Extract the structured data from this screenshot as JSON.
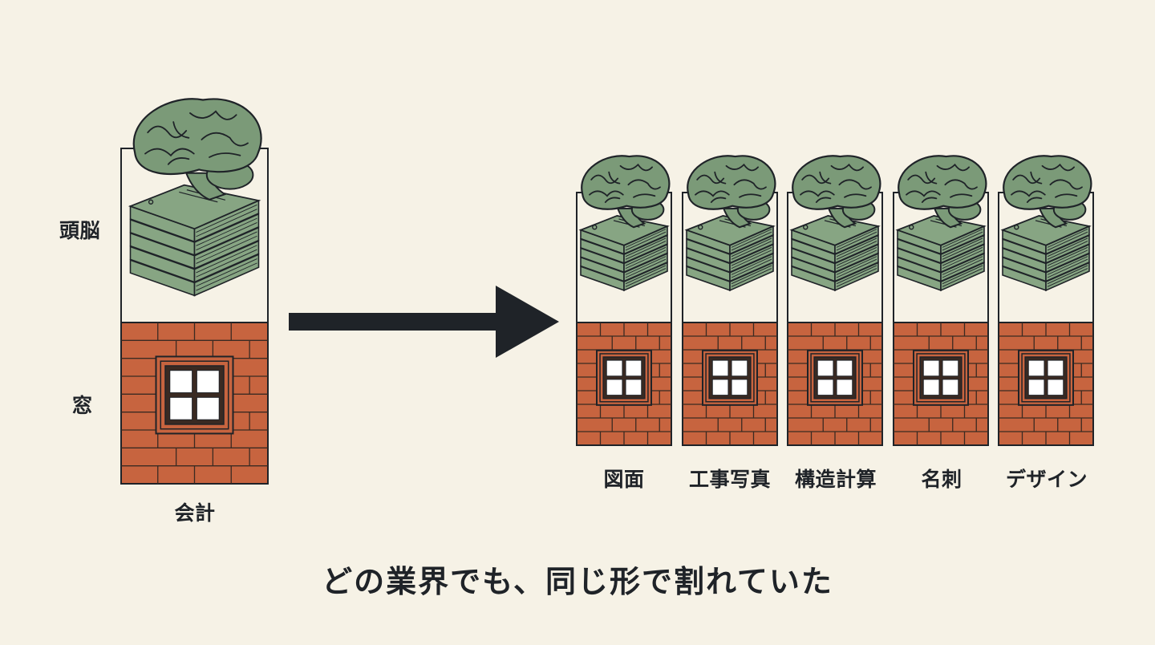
{
  "labels": {
    "brain": "頭脳",
    "window": "窓",
    "source_unit": "会計",
    "targets": [
      "図面",
      "工事写真",
      "構造計算",
      "名刺",
      "デザイン"
    ]
  },
  "caption": "どの業界でも、同じ形で割れていた",
  "colors": {
    "background": "#f6f2e6",
    "brain": "#7b9a78",
    "books": "#87a583",
    "brick": "#c7643f",
    "brick_mortar": "#3a2a22",
    "frame_outline": "#1f2328",
    "arrow": "#1f2328",
    "window_glass": "#ffffff"
  },
  "icons": [
    "brain-icon",
    "book-stack-icon",
    "brick-wall-icon",
    "window-icon",
    "arrow-right-icon"
  ]
}
